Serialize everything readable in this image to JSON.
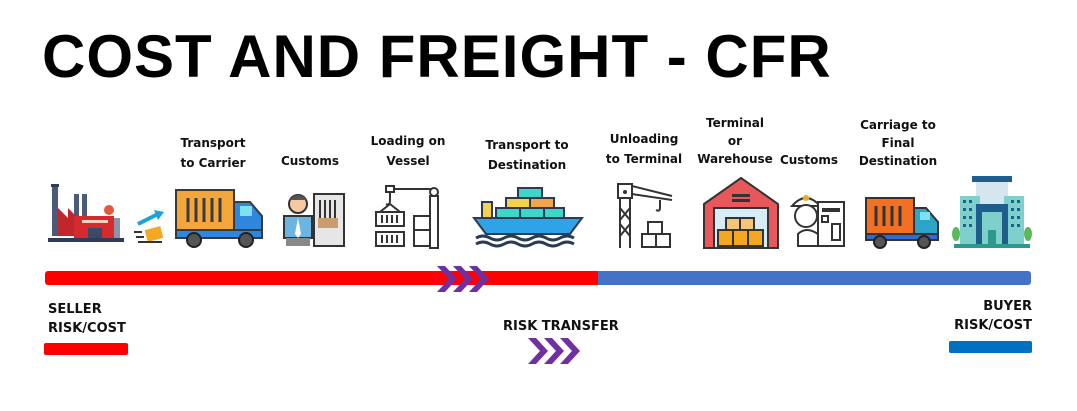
{
  "title": "COST AND FREIGHT - CFR",
  "steps": [
    {
      "label": "",
      "icon": "factory-icon"
    },
    {
      "label": "Transport to Carrier",
      "line1": "Transport",
      "line2": "to Carrier",
      "icon": "truck-icon"
    },
    {
      "label": "Customs",
      "icon": "customs-officer-icon"
    },
    {
      "label": "Loading on Vessel",
      "line1": "Loading on",
      "line2": "Vessel",
      "icon": "crane-loading-icon"
    },
    {
      "label": "Transport to Destination",
      "line1": "Transport to",
      "line2": "Destination",
      "icon": "cargo-ship-icon"
    },
    {
      "label": "Unloading to Terminal",
      "line1": "Unloading",
      "line2": "to Terminal",
      "icon": "port-crane-icon"
    },
    {
      "label": "Terminal or Warehouse",
      "line1": "Terminal",
      "line2": "or",
      "line3": "Warehouse",
      "icon": "warehouse-icon"
    },
    {
      "label": "Customs",
      "icon": "customs-inspector-icon"
    },
    {
      "label": "Carriage to Final Destination",
      "line1": "Carriage to",
      "line2": "Final",
      "line3": "Destination",
      "icon": "delivery-truck-icon"
    },
    {
      "label": "",
      "icon": "office-building-icon"
    }
  ],
  "timeline": {
    "seller_color": "#ff0000",
    "buyer_color": "#4472c4",
    "transfer_arrow_color": "#7030a0"
  },
  "legend": {
    "seller_line1": "SELLER",
    "seller_line2": "RISK/COST",
    "seller_swatch_color": "#ff0000",
    "transfer_label": "RISK TRANSFER",
    "buyer_line1": "BUYER",
    "buyer_line2": "RISK/COST",
    "buyer_swatch_color": "#0070c0"
  }
}
